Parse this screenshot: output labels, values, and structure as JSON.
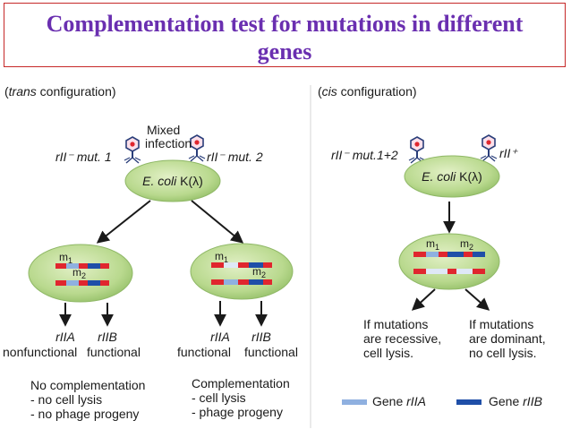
{
  "title": {
    "line1": "Complementation test for mutations in different",
    "line2": "genes"
  },
  "trans": {
    "heading": "(trans configuration)",
    "heading_italic": "trans",
    "heading_rest": " configuration)",
    "phage_left_label": "rII⁻ mut. 1",
    "phage_right_label": "rII⁻ mut. 2",
    "mixed_infection_line1": "Mixed",
    "mixed_infection_line2": "infection",
    "host_label_italic": "E. coli",
    "host_label_rest": " K(λ)",
    "m1": "m",
    "m1_sub": "1",
    "m2": "m",
    "m2_sub": "2",
    "left_outcome": {
      "gene_a": "rIIA",
      "gene_b": "rIIB",
      "state_a": "nonfunctional",
      "state_b": "functional",
      "result_title": "No complementation",
      "result_1": "- no cell lysis",
      "result_2": "- no phage progeny"
    },
    "right_outcome": {
      "gene_a": "rIIA",
      "gene_b": "rIIB",
      "state_a": "functional",
      "state_b": "functional",
      "result_title": "Complementation",
      "result_1": "- cell lysis",
      "result_2": "- phage progeny"
    }
  },
  "cis": {
    "heading_italic": "cis",
    "heading_rest": " configuration)",
    "phage_left_label": "rII⁻ mut.1+2",
    "phage_right_label": "rII⁺",
    "host_label_italic": "E. coli",
    "host_label_rest": " K(λ)",
    "recessive_1": "If mutations",
    "recessive_2": "are recessive,",
    "recessive_3": "cell lysis.",
    "dominant_1": "If mutations",
    "dominant_2": "are dominant,",
    "dominant_3": "no cell lysis."
  },
  "legend": {
    "gene_a_prefix": "Gene ",
    "gene_a_name": "rIIA",
    "gene_b_prefix": "Gene ",
    "gene_b_name": "rIIB"
  },
  "colors": {
    "title_text": "#6a2fb0",
    "title_border": "#c62828",
    "cell_fill": "#b9d98e",
    "mutation_red": "#e0262e",
    "gene_a_light_blue": "#8fb0e0",
    "gene_b_dark_blue": "#1f4fa8"
  }
}
